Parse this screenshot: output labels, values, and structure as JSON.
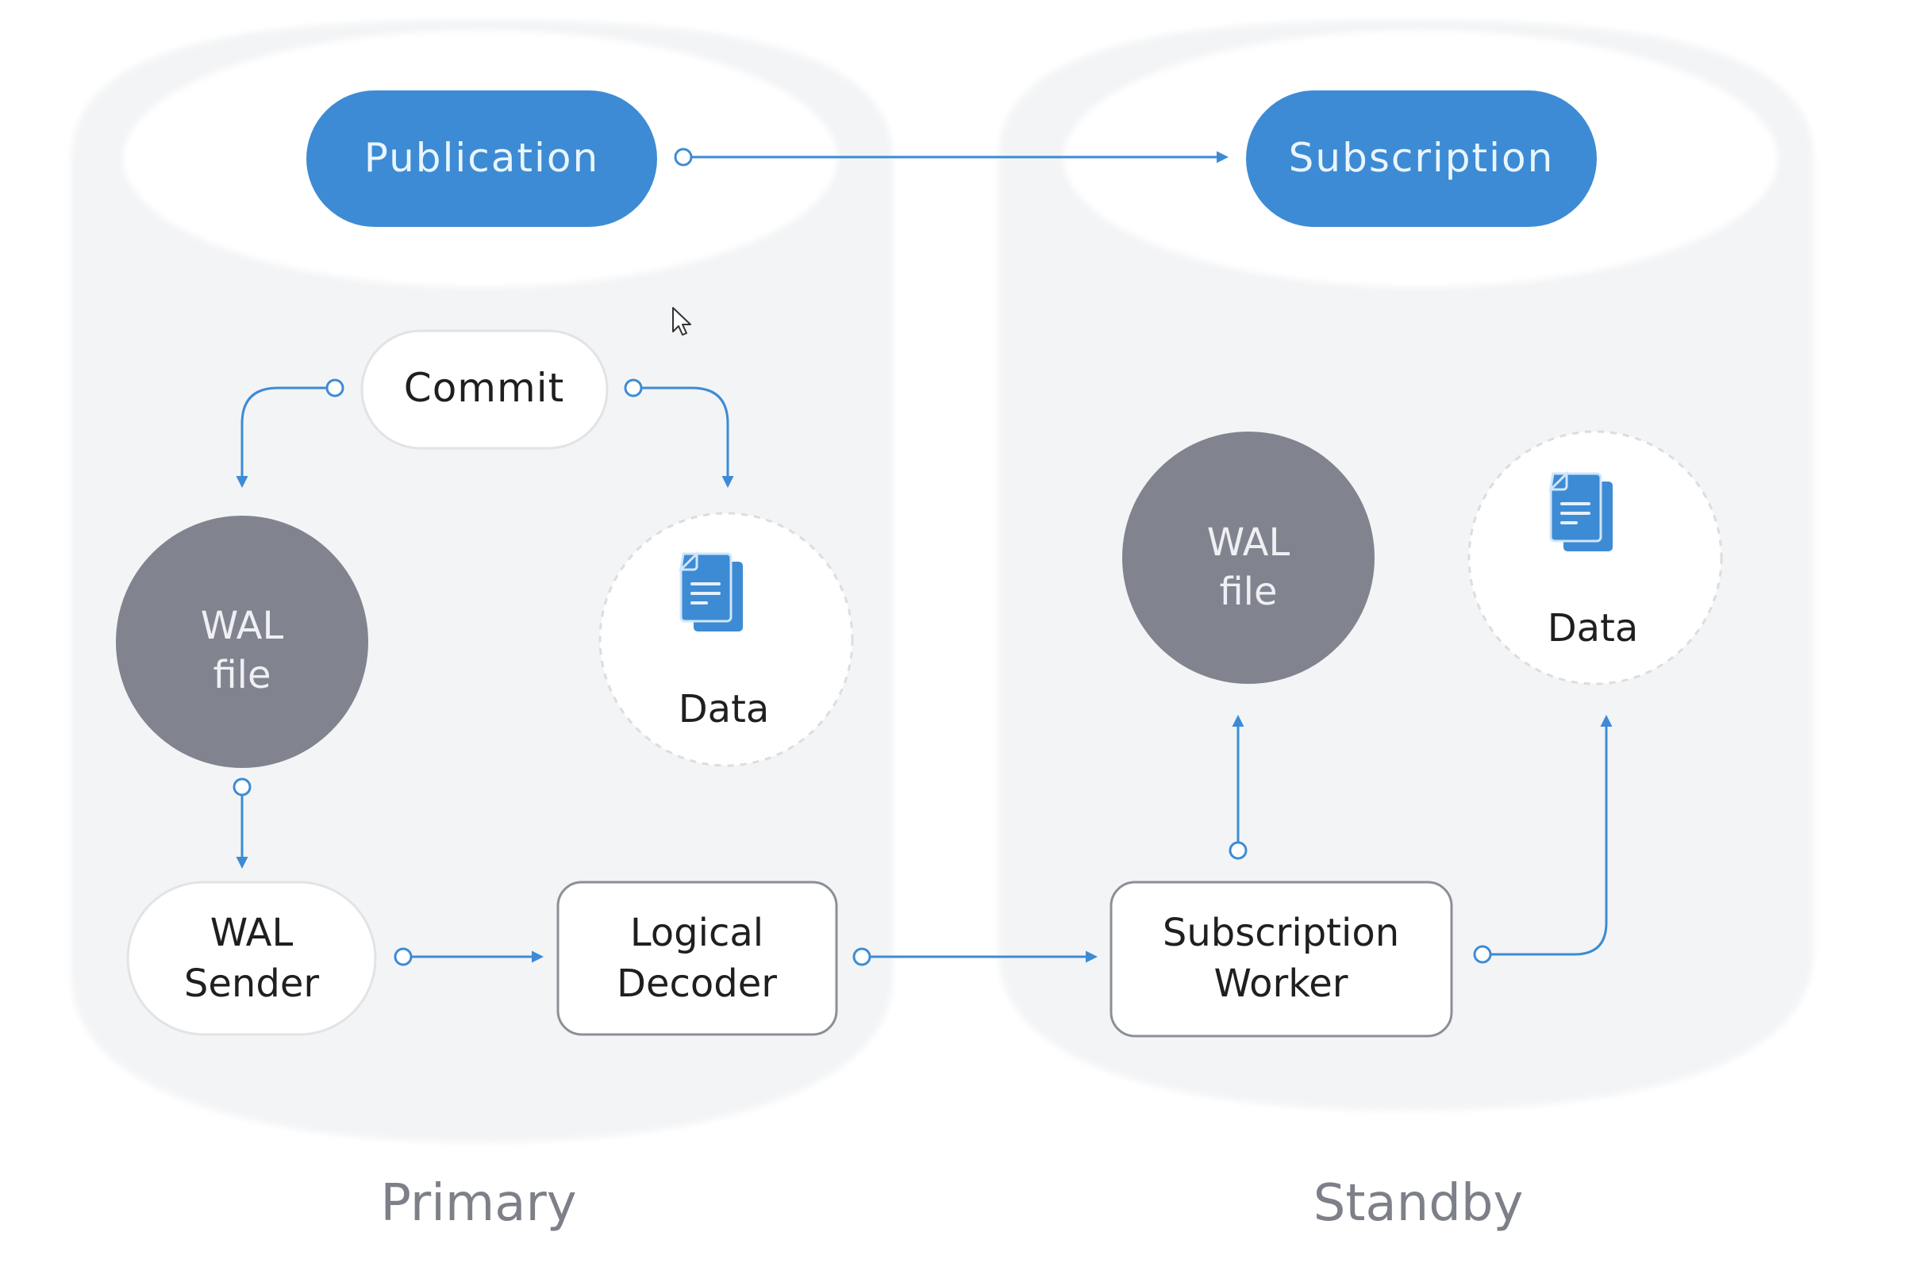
{
  "colors": {
    "accent": "#3d8bd4",
    "wal_circle": "#81848e",
    "cylinder": "#f3f4f6",
    "node_text": "#1f1f1f",
    "section_label": "#7d8088"
  },
  "primary": {
    "label": "Primary",
    "publication": "Publication",
    "commit": "Commit",
    "wal_file": [
      "WAL",
      "file"
    ],
    "data": "Data",
    "wal_sender": [
      "WAL",
      "Sender"
    ],
    "logical_decoder": [
      "Logical",
      "Decoder"
    ]
  },
  "standby": {
    "label": "Standby",
    "subscription": "Subscription",
    "wal_file": [
      "WAL",
      "file"
    ],
    "data": "Data",
    "subscription_worker": [
      "Subscription",
      "Worker"
    ]
  },
  "icons": {
    "data_file": "document-stack-icon",
    "cursor": "mouse-pointer-icon"
  },
  "edges": [
    {
      "from": "Publication",
      "to": "Subscription"
    },
    {
      "from": "Commit",
      "to": "WAL file"
    },
    {
      "from": "Commit",
      "to": "Data"
    },
    {
      "from": "WAL file",
      "to": "WAL Sender"
    },
    {
      "from": "WAL Sender",
      "to": "Logical Decoder"
    },
    {
      "from": "Logical Decoder",
      "to": "Subscription Worker"
    },
    {
      "from": "Subscription Worker",
      "to": "WAL file (standby)"
    },
    {
      "from": "Subscription Worker",
      "to": "Data (standby)"
    }
  ]
}
